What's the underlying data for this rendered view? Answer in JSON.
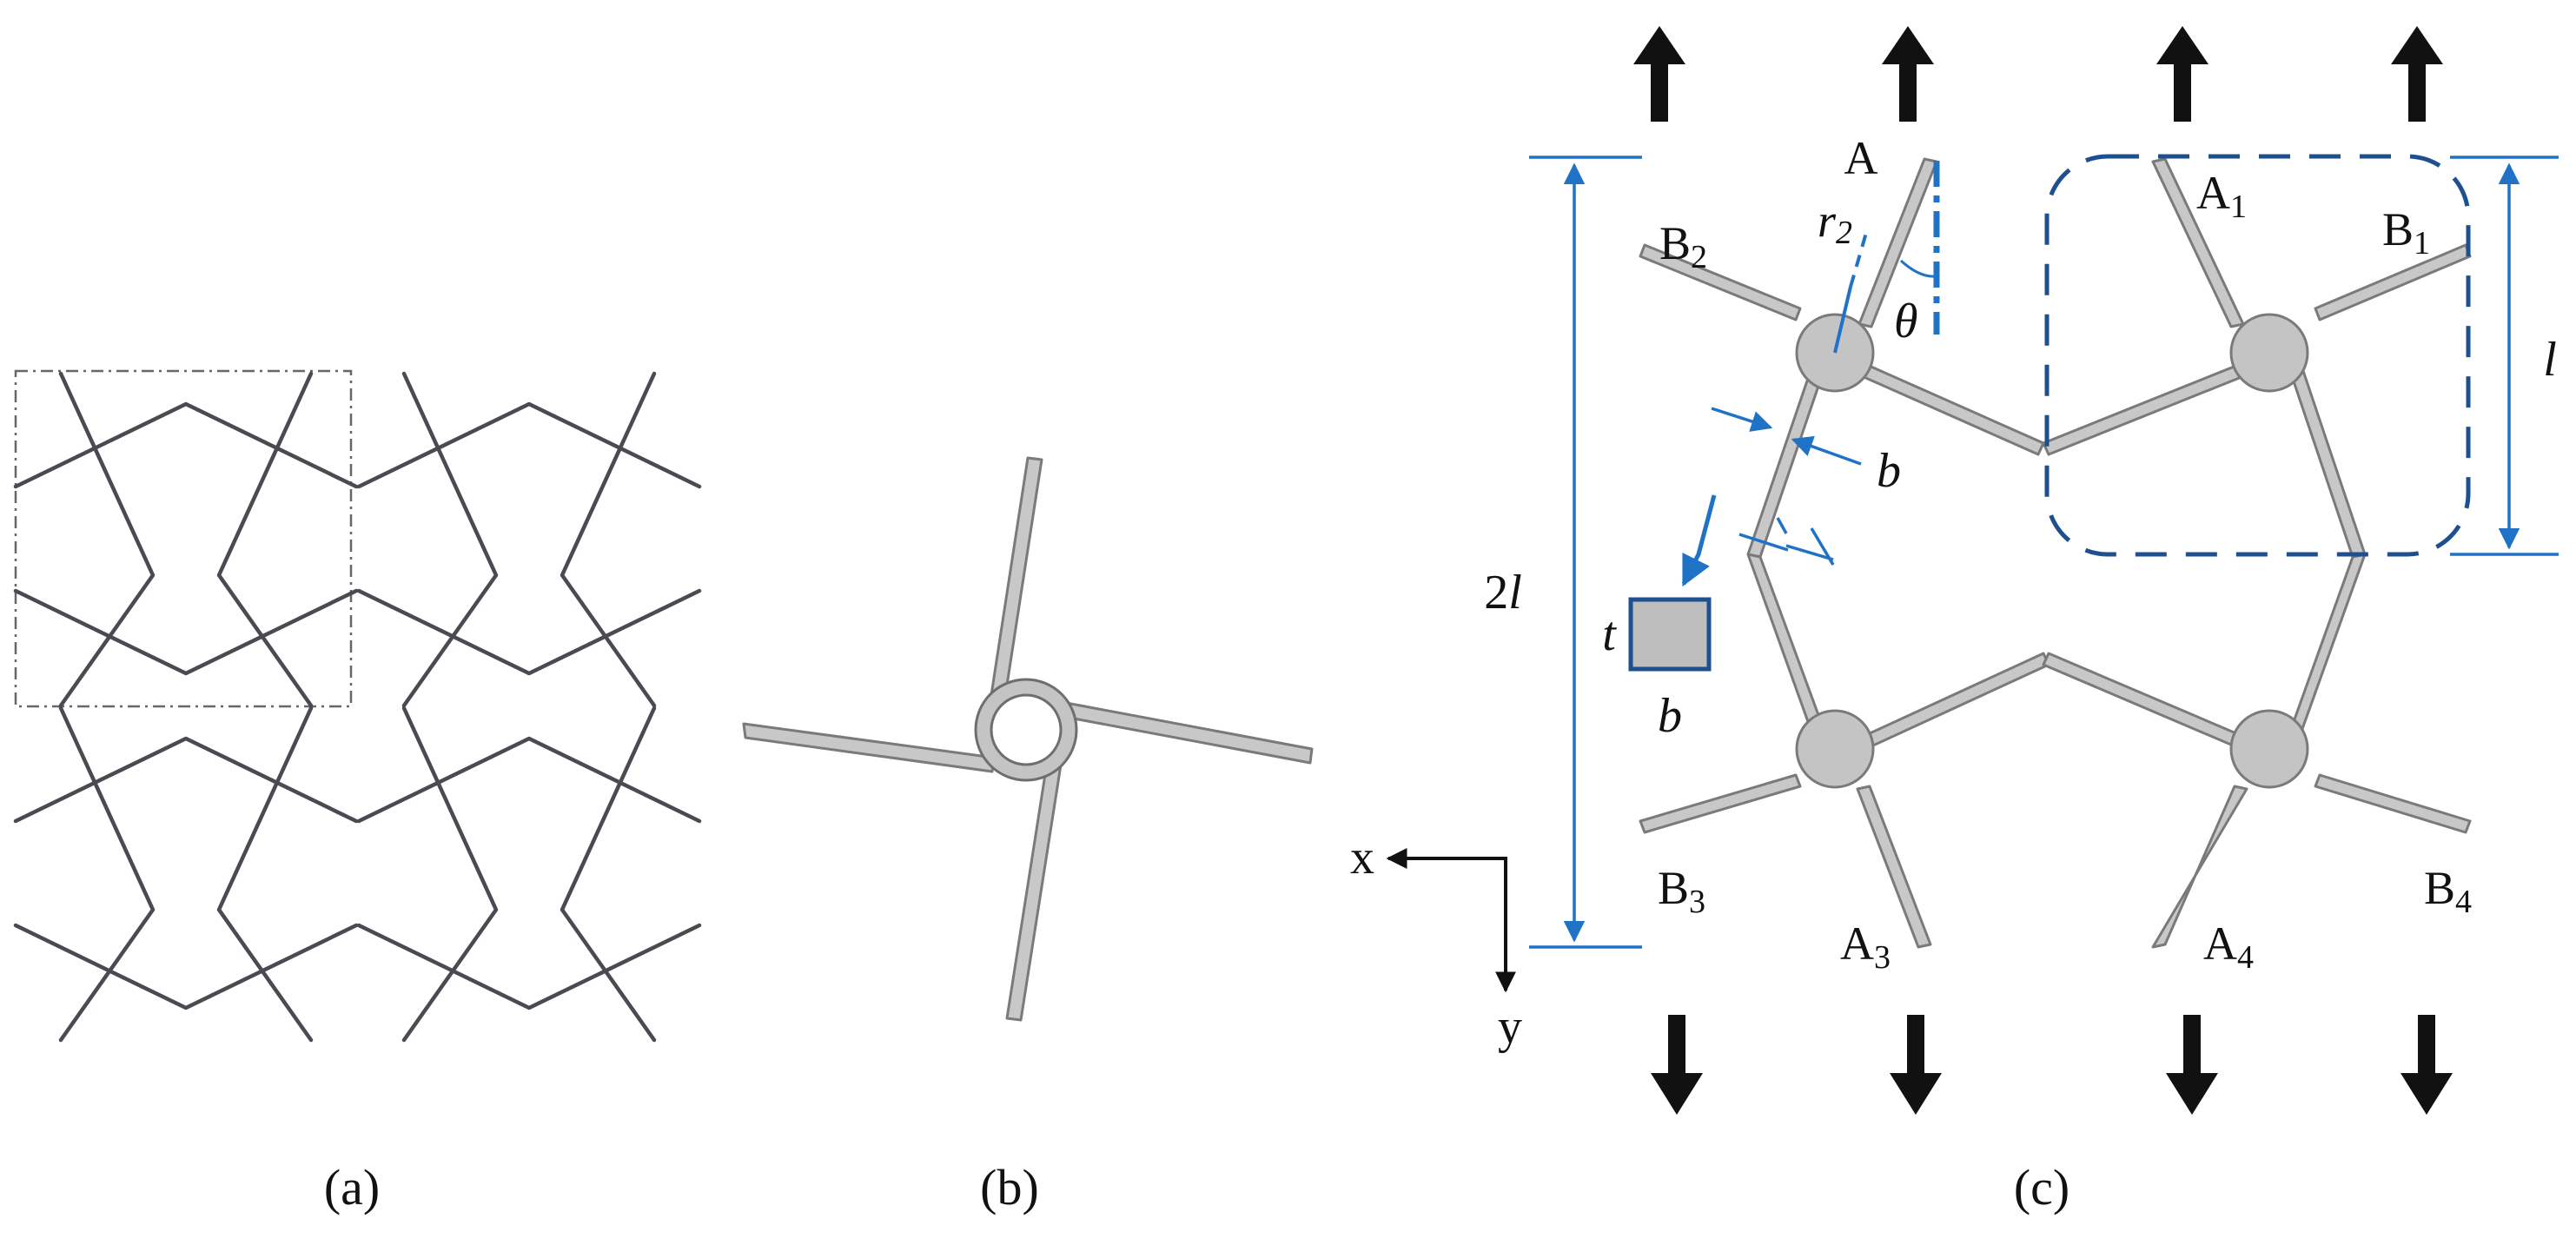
{
  "panels": {
    "a": {
      "caption": "(a)"
    },
    "b": {
      "caption": "(b)"
    },
    "c": {
      "caption": "(c)"
    }
  },
  "points": {
    "A": "A",
    "A1": {
      "base": "A",
      "sub": "1"
    },
    "A3": {
      "base": "A",
      "sub": "3"
    },
    "A4": {
      "base": "A",
      "sub": "4"
    },
    "B1": {
      "base": "B",
      "sub": "1"
    },
    "B2": {
      "base": "B",
      "sub": "2"
    },
    "B3": {
      "base": "B",
      "sub": "3"
    },
    "B4": {
      "base": "B",
      "sub": "4"
    }
  },
  "dimensions": {
    "radius": {
      "base": "r",
      "sub": "2"
    },
    "angle": "θ",
    "width_b": "b",
    "thickness_t": "t",
    "cross_b": "b",
    "height_2l": {
      "prefix": "2",
      "var": "l"
    },
    "height_l": "l"
  },
  "axes": {
    "x": "x",
    "y": "y"
  },
  "colors": {
    "dimension_blue": "#1f72c6",
    "cell_outline_navy": "#1e4f8f",
    "ligament_fill": "#c8c8c8",
    "lattice_stroke": "#4a4a52"
  }
}
